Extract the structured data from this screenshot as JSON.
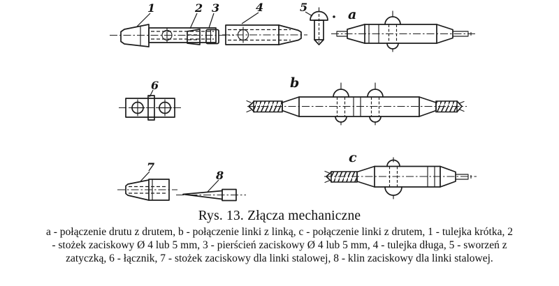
{
  "figure": {
    "title": "Rys. 13. Złącza mechaniczne",
    "caption_lines": [
      "a - połączenie drutu z drutem, b - połączenie linki z linką, c - połączenie linki z drutem, 1 - tulejka krótka, 2",
      "- stożek zaciskowy Ø 4 lub 5 mm, 3 - pierścień zaciskowy Ø 4 lub 5 mm, 4 - tulejka długa, 5 - sworzeń z",
      "zatyczką, 6 - łącznik, 7 - stożek zaciskowy dla linki stalowej, 8 - klin zaciskowy dla linki stalowej."
    ],
    "part_labels": {
      "p1": "1",
      "p2": "2",
      "p3": "3",
      "p4": "4",
      "p5": "5",
      "p6": "6",
      "p7": "7",
      "p8": "8"
    },
    "assembly_labels": {
      "a": "a",
      "b": "b",
      "c": "c"
    },
    "colors": {
      "ink": "#1c1c1c",
      "paper": "#ffffff"
    }
  }
}
